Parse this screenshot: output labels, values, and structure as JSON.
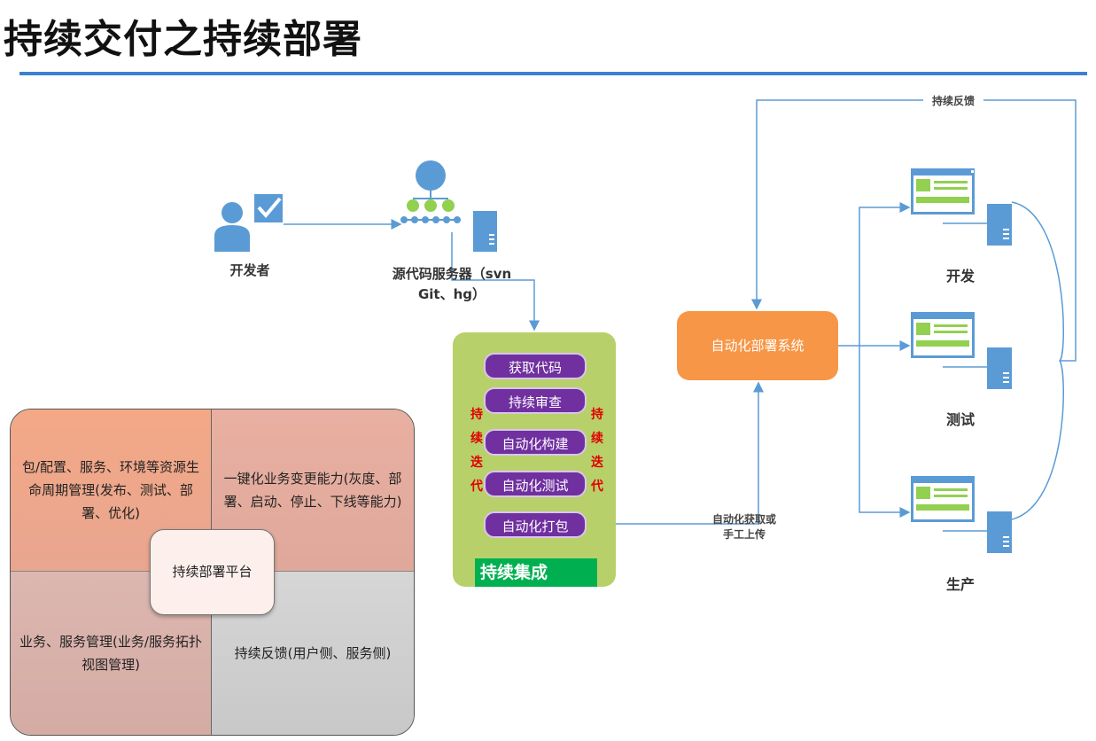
{
  "title": "持续交付之持续部署",
  "developer": {
    "label": "开发者"
  },
  "source_server": {
    "label_line1": "源代码服务器（svn",
    "label_line2": "Git、hg）"
  },
  "ci": {
    "steps": [
      "获取代码",
      "持续审查",
      "自动化构建",
      "自动化测试",
      "自动化打包"
    ],
    "iteration_left": [
      "持",
      "续",
      "迭",
      "代"
    ],
    "iteration_right": [
      "持",
      "续",
      "迭",
      "代"
    ],
    "label": "持续集成"
  },
  "transfer": {
    "line1": "自动化获取或",
    "line2": "手工上传"
  },
  "feedback_top": "持续反馈",
  "deploy_system": {
    "label": "自动化部署系统"
  },
  "environments": [
    "开发",
    "测试",
    "生产"
  ],
  "platform": {
    "center": "持续部署平台",
    "top_left": "包/配置、服务、环境等资源生命周期管理(发布、测试、部署、优化)",
    "top_right": "一键化业务变更能力(灰度、部署、启动、停止、下线等能力)",
    "bottom_left": "业务、服务管理(业务/服务拓扑视图管理)",
    "bottom_right": "持续反馈(用户侧、服务侧)"
  },
  "colors": {
    "accent_blue": "#3d7fd0",
    "ci_green": "#b8d06a",
    "pill_purple": "#7030a0",
    "iteration_red": "#e00000",
    "ci_label_green": "#00b050",
    "deploy_orange": "#f79646",
    "icon_blue": "#5b9bd5"
  }
}
